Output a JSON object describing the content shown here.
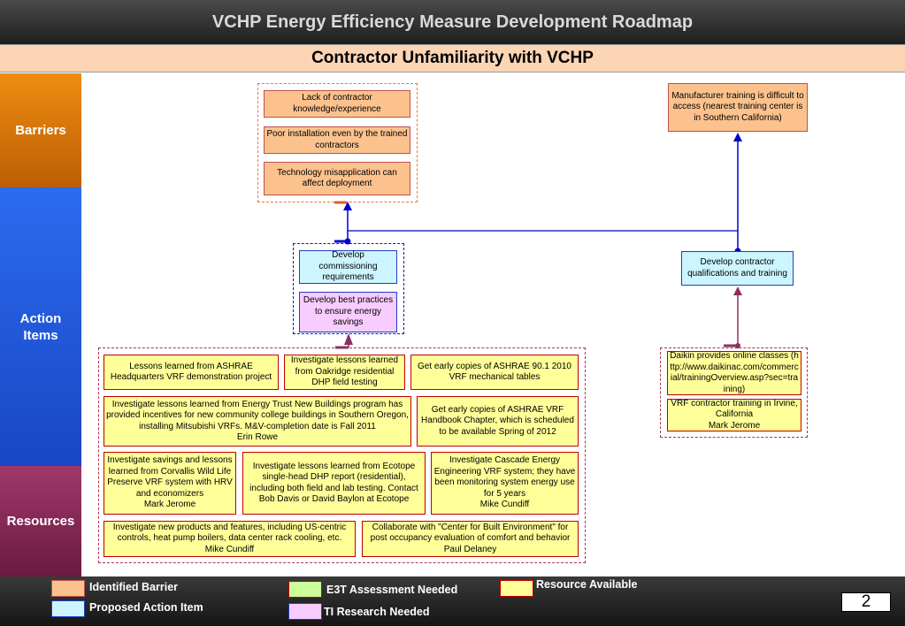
{
  "title": "VCHP Energy Efficiency Measure Development Roadmap",
  "subtitle": "Contractor Unfamiliarity with VCHP",
  "bands": {
    "barriers": "Barriers",
    "action_items": "Action\nItems",
    "resources": "Resources"
  },
  "barriers": [
    "Lack of contractor knowledge/experience",
    "Poor installation even by the trained contractors",
    "Technology misapplication can affect deployment",
    "Manufacturer training is difficult to access (nearest training center is in Southern California)"
  ],
  "actions": [
    "Develop commissioning requirements",
    "Develop best practices to ensure energy savings",
    "Develop contractor qualifications and training"
  ],
  "resources": [
    "Lessons learned from ASHRAE Headquarters VRF demonstration project",
    "Investigate lessons learned from Oakridge residential DHP field testing",
    "Get early copies of ASHRAE 90.1 2010 VRF mechanical tables",
    "Investigate lessons learned from Energy Trust New Buildings program has provided incentives for new community college buildings in Southern Oregon, installing Mitsubishi VRFs. M&V-completion date is Fall 2011\nErin Rowe",
    "Get early copies of ASHRAE VRF Handbook Chapter, which is scheduled to be available Spring of 2012",
    "Investigate savings and lessons learned from Corvallis Wild Life Preserve VRF system with HRV and economizers\nMark Jerome",
    "Investigate lessons learned from Ecotope single-head DHP report (residential), including both field and lab testing. Contact Bob Davis or David Baylon at Ecotope",
    "Investigate Cascade Energy Engineering VRF system; they have been monitoring system energy use for 5 years\nMike Cundiff",
    "Investigate new products and features, including US-centric controls, heat pump boilers, data center rack cooling, etc.\nMike Cundiff",
    "Collaborate with \"Center for Built Environment\" for post occupancy evaluation of comfort and behavior\nPaul Delaney",
    "Daikin provides online classes (http://www.daikinac.com/commercial/trainingOverview.asp?sec=training)",
    "VRF contractor training in Irvine, California\nMark Jerome"
  ],
  "legend": {
    "identified_barrier": "Identified Barrier",
    "proposed_action_item": "Proposed Action Item",
    "e3t_assessment_needed": "E3T Assessment Needed",
    "ti_research_needed": "TI Research Needed",
    "resource_available": "Resource Available"
  },
  "colors": {
    "barrier_fill": "#fcc28e",
    "action_fill": "#ccf5ff",
    "research_fill": "#f8ccff",
    "e3t_fill": "#ccff99",
    "resource_fill": "#ffff99",
    "connector_blue": "#0000cc",
    "connector_maroon": "#8a3060"
  },
  "page_number": "2"
}
